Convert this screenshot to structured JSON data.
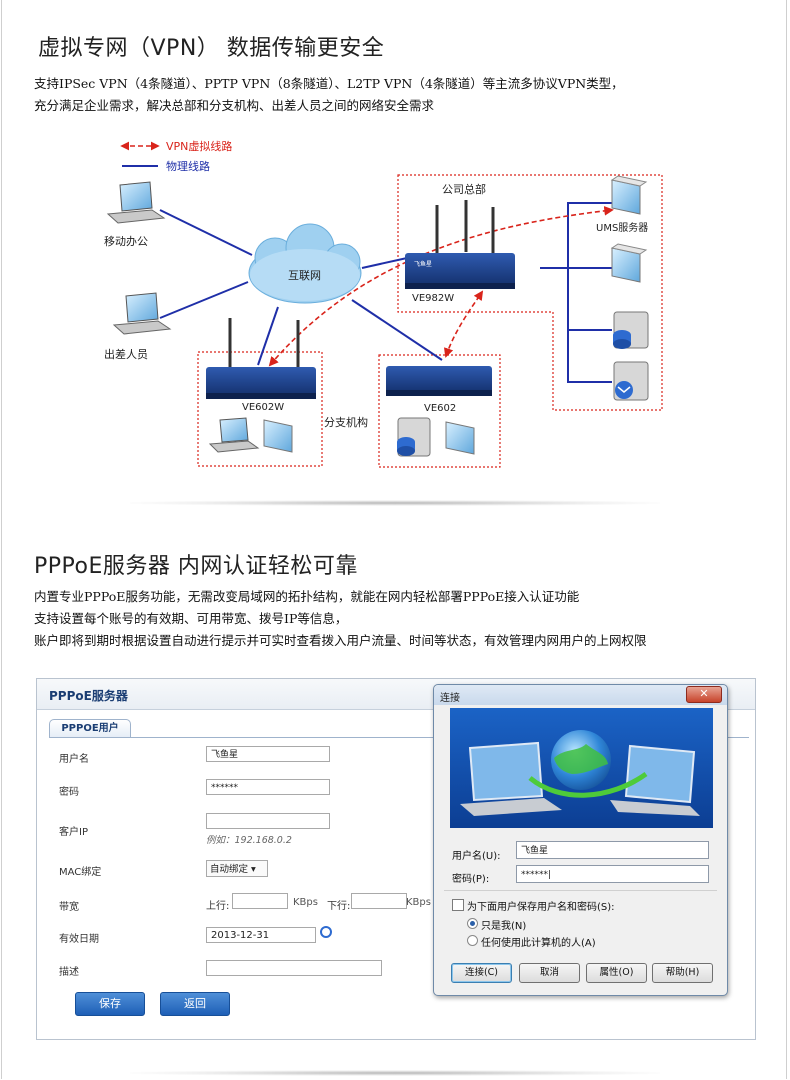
{
  "vpn": {
    "title": "虚拟专网（VPN）  数据传输更安全",
    "desc1": "支持IPSec VPN（4条隧道）、PPTP VPN（8条隧道）、L2TP VPN（4条隧道）等主流多协议VPN类型，",
    "desc2": "充分满足企业需求，解决总部和分支机构、出差人员之间的网络安全需求",
    "legend_vpn": "VPN虚拟线路",
    "legend_phys": "物理线路",
    "mobile": "移动办公",
    "travel": "出差人员",
    "internet": "互联网",
    "hq": "公司总部",
    "hq_device": "VE982W",
    "ums": "UMS服务器",
    "branch_device1": "VE602W",
    "branch_device2": "VE602",
    "branch": "分支机构",
    "brand": "飞鱼星"
  },
  "colors": {
    "vpn_line": "#d9241b",
    "phys_line": "#1f2fa8",
    "cloud": "#9fd0f0",
    "device": "#1b3f86"
  },
  "pppoe": {
    "title": "PPPoE服务器   内网认证轻松可靠",
    "desc1": "内置专业PPPoE服务功能，无需改变局域网的拓扑结构，就能在网内轻松部署PPPoE接入认证功能",
    "desc2": "支持设置每个账号的有效期、可用带宽、拨号IP等信息，",
    "desc3": "账户即将到期时根据设置自动进行提示并可实时查看拨入用户流量、时间等状态，有效管理内网用户的上网权限"
  },
  "panel": {
    "title": "PPPoE服务器",
    "tab": "PPPOE用户",
    "username_label": "用户名",
    "username_value": "飞鱼星",
    "password_label": "密码",
    "password_value": "******",
    "clientip_label": "客户IP",
    "clientip_hint": "例如：192.168.0.2",
    "mac_label": "MAC绑定",
    "mac_value": "自动绑定 ▾",
    "bandwidth_label": "带宽",
    "up_label": "上行:",
    "down_label": "下行:",
    "unit": "KBps",
    "expire_label": "有效日期",
    "expire_value": "2013-12-31",
    "desc_label": "描述",
    "save": "保存",
    "back": "返回"
  },
  "dialog": {
    "title": "连接",
    "close": "✕",
    "username_label": "用户名(U):",
    "username_value": "飞鱼星",
    "password_label": "密码(P):",
    "password_value": "******|",
    "save_label": "为下面用户保存用户名和密码(S):",
    "only_me": "只是我(N)",
    "anyone": "任何使用此计算机的人(A)",
    "connect": "连接(C)",
    "cancel": "取消",
    "properties": "属性(O)",
    "help": "帮助(H)"
  }
}
